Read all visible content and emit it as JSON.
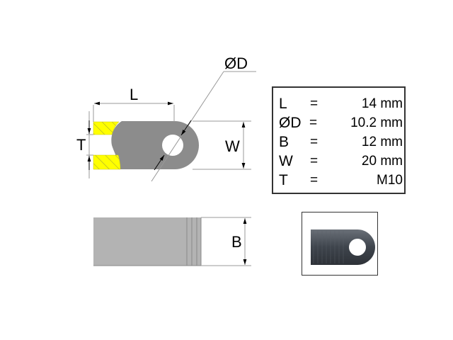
{
  "drawing": {
    "top_view": {
      "labels": {
        "L": "L",
        "D": "ØD",
        "T": "T",
        "W": "W"
      }
    },
    "side_view": {
      "labels": {
        "B": "B"
      }
    }
  },
  "specs": {
    "rows": [
      {
        "key": "L",
        "eq": "=",
        "value": "14 mm"
      },
      {
        "key": "ØD",
        "eq": "=",
        "value": "10.2 mm"
      },
      {
        "key": "B",
        "eq": "=",
        "value": "12 mm"
      },
      {
        "key": "W",
        "eq": "=",
        "value": "20 mm"
      },
      {
        "key": "T",
        "eq": "=",
        "value": "M10"
      }
    ]
  },
  "colors": {
    "part_fill": "#8c8c8c",
    "side_fill": "#b3b3b3",
    "thread_fill": "#ffff00",
    "dimension_line": "#999999",
    "photo_metal": "#4a5058"
  }
}
